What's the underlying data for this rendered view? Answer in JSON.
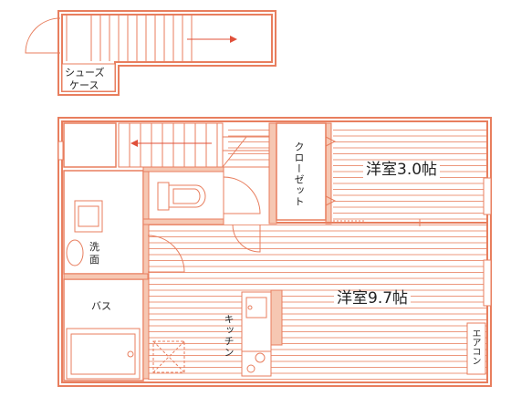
{
  "labels": {
    "shoes_case_line1": "シューズ",
    "shoes_case_line2": "ケース",
    "room_small": "洋室3.0帖",
    "room_large": "洋室9.7帖",
    "closet": "クローゼット",
    "washroom_line1": "洗",
    "washroom_line2": "面",
    "bath": "バス",
    "kitchen": "キッチン",
    "aircon": "エアコン"
  },
  "colors": {
    "wall": "#e87e5e",
    "wall_fill": "#f6c7b2",
    "line": "#e87e5e",
    "arrow": "#e0503a"
  }
}
